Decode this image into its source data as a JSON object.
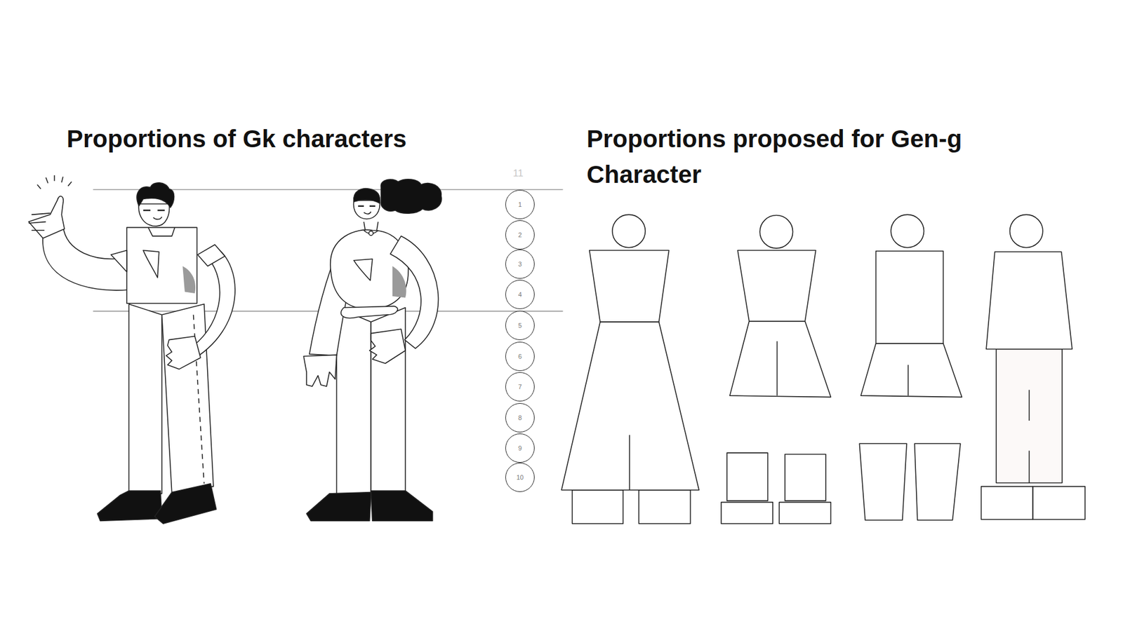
{
  "diagram": {
    "nodes": [
      {
        "text": [
          "1"
        ]
      },
      {
        "text": [
          "2"
        ]
      },
      {
        "text": [
          "3"
        ]
      },
      {
        "text": [
          "4"
        ]
      },
      {
        "text": [
          "5"
        ]
      },
      {
        "text": [
          "6"
        ]
      },
      {
        "text": [
          "7"
        ]
      },
      {
        "text": [
          "8"
        ]
      },
      {
        "text": [
          "9"
        ]
      },
      {
        "text": [
          "10"
        ]
      }
    ],
    "labels": [
      "Proportions of Gk characters",
      "Proportions proposed for Gen-g Character",
      "11"
    ]
  }
}
